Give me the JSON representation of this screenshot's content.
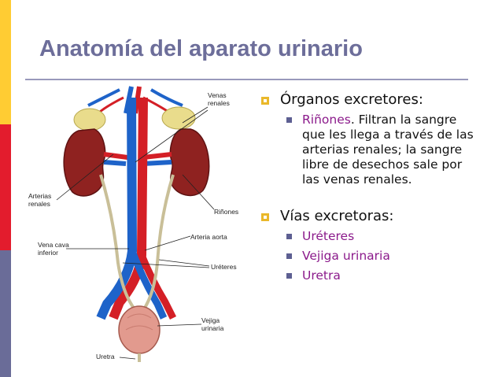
{
  "slide": {
    "title": "Anatomía del aparato urinario"
  },
  "figure": {
    "labels": {
      "venas_renales": "Venas renales",
      "arterias_renales": "Arterias renales",
      "rinones": "Riñones",
      "vena_cava": "Vena cava inferior",
      "arteria_aorta": "Arteria aorta",
      "ureteres": "Uréteres",
      "vejiga": "Vejiga urinaria",
      "uretra": "Uretra"
    }
  },
  "content": {
    "section1": {
      "heading": "Órganos excretores:",
      "item1_highlight": "Riñones",
      "item1_text": ". Filtran la sangre que les llega a través de las arterias renales; la sangre libre de desechos sale por las venas renales."
    },
    "section2": {
      "heading": "Vías excretoras:",
      "items": [
        "Uréteres",
        "Vejiga urinaria",
        "Uretra"
      ]
    }
  },
  "colors": {
    "title": "#6d6e9a",
    "highlight": "#8b1a8b",
    "sidebar_yellow": "#ffcc33",
    "sidebar_red": "#e31c2d",
    "sidebar_purple": "#6a6c98"
  }
}
